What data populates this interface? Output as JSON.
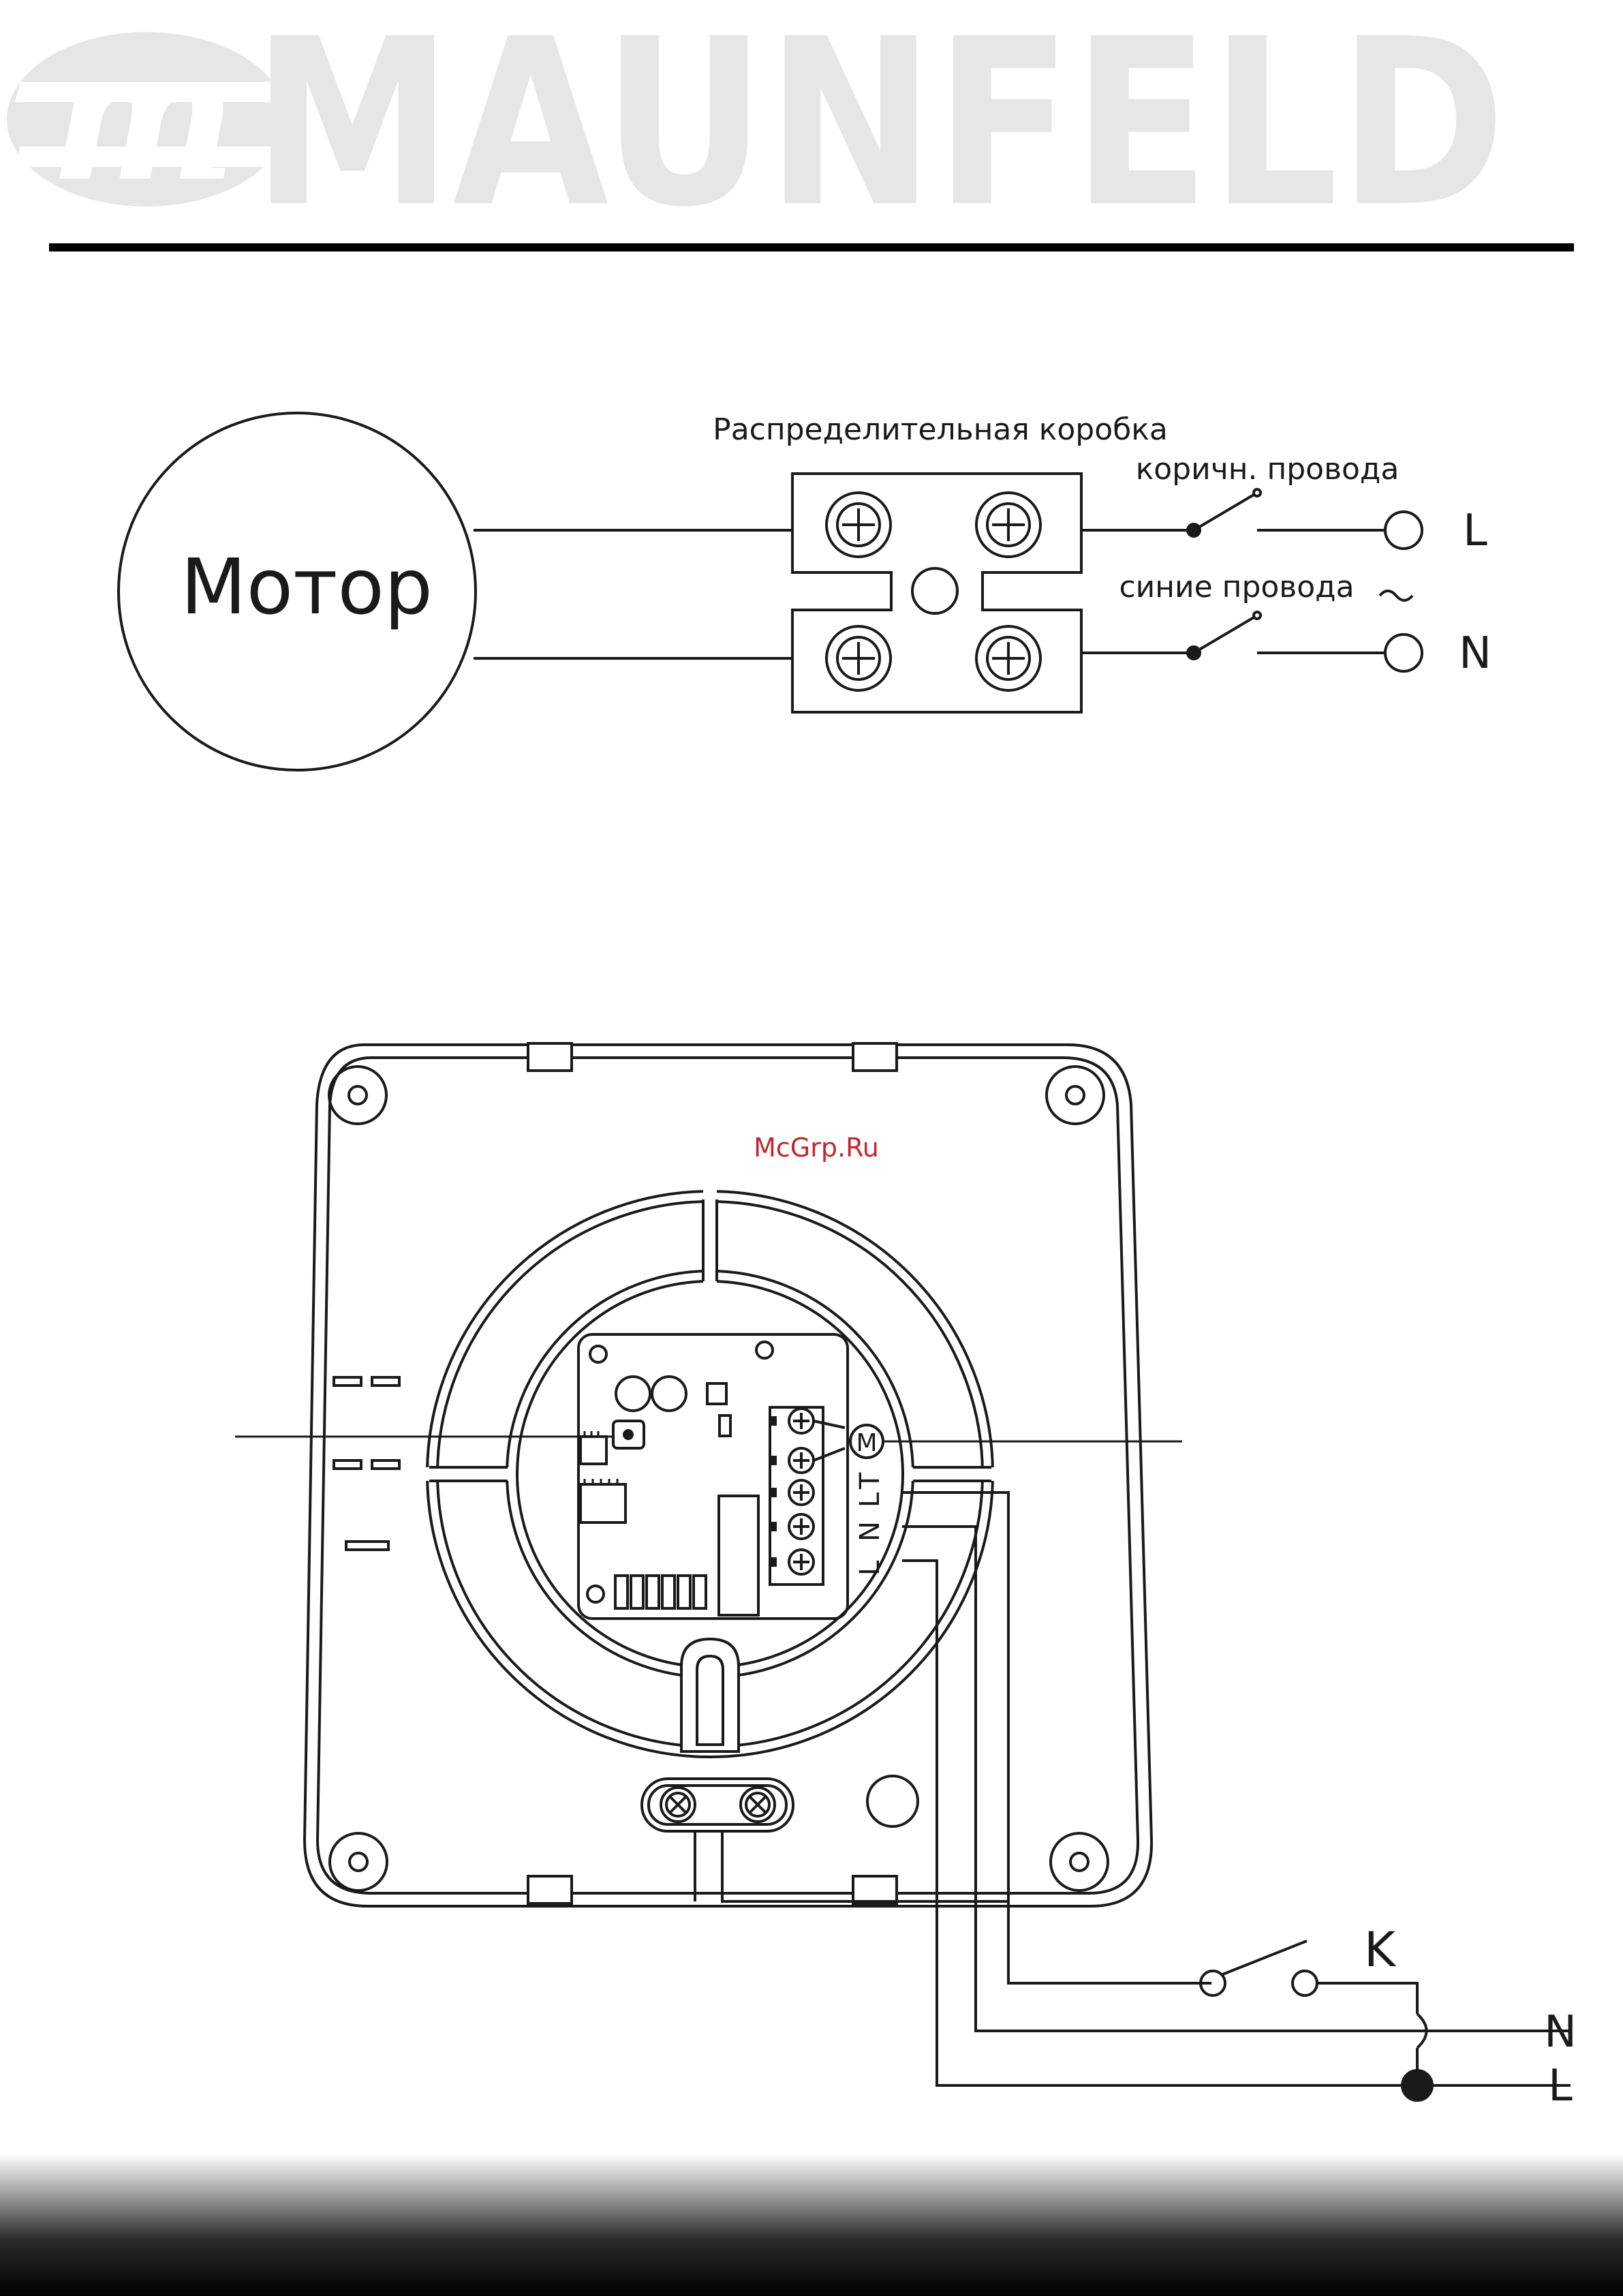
{
  "header": {
    "brand": "MAUNFELD",
    "logo_mark": "m"
  },
  "diagram1": {
    "motor_label": "Мотор",
    "junction_box_label": "Распределительная коробка",
    "brown_wires_label": "коричн. провода",
    "blue_wires_label": "синие провода",
    "ac_symbol": "~",
    "terminal_l": "L",
    "terminal_n": "N"
  },
  "diagram2": {
    "watermark": "McGrp.Ru",
    "motor_symbol": "M",
    "terminal_labels": [
      "L",
      "N",
      "L",
      "T"
    ],
    "switch_label": "K",
    "line_n": "N",
    "line_l": "L"
  },
  "colors": {
    "ink": "#1a1a1a",
    "logo_gray": "#e6e6e6",
    "watermark_red": "#c0282d"
  }
}
